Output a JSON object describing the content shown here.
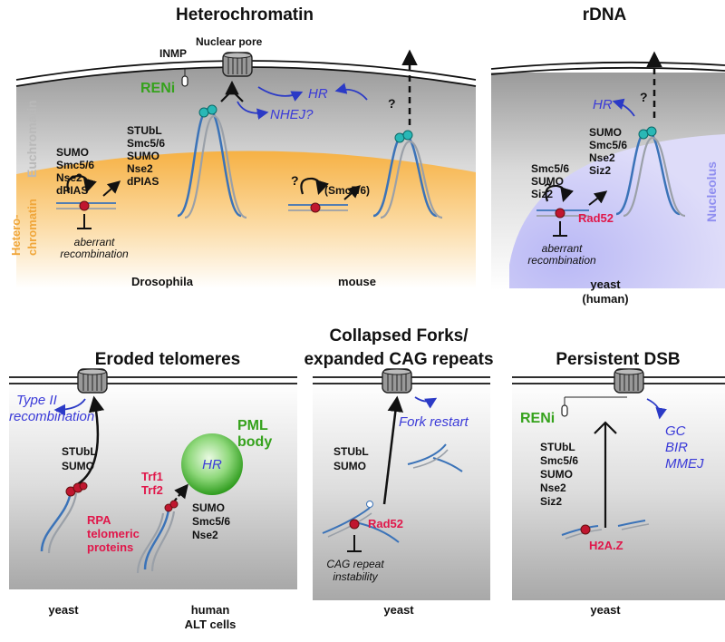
{
  "titles": {
    "heterochromatin": "Heterochromatin",
    "rdna": "rDNA",
    "eroded_telomeres": "Eroded telomeres",
    "collapsed_forks_line1": "Collapsed Forks/",
    "collapsed_forks_line2": "expanded CAG repeats",
    "persistent_dsb": "Persistent DSB"
  },
  "heterochromatin_panel": {
    "inmp": "INMP",
    "nuclear_pore": "Nuclear pore",
    "reni": "RENi",
    "hr": "HR",
    "nhej": "NHEJ?",
    "question_1": "?",
    "question_2": "?",
    "euchromatin": "Euchromatin",
    "hetero_line1": "Hetero-",
    "hetero_line2": "chromatin",
    "left_factors": [
      "SUMO",
      "Smc5/6",
      "Nse2",
      "dPIAS"
    ],
    "mid_factors": [
      "STUbL",
      "Smc5/6",
      "SUMO",
      "Nse2",
      "dPIAS"
    ],
    "smc_paren": "(Smc5/6)",
    "aberrant_line1": "aberrant",
    "aberrant_line2": "recombination",
    "organism_1": "Drosophila",
    "organism_2": "mouse"
  },
  "rdna_panel": {
    "hr": "HR",
    "question_1": "?",
    "question_2": "?",
    "nucleolus": "Nucleolus",
    "top_factors": [
      "SUMO",
      "Smc5/6",
      "Nse2",
      "Siz2"
    ],
    "left_factors": [
      "Smc5/6",
      "SUMO",
      "Siz2"
    ],
    "rad52": "Rad52",
    "aberrant_line1": "aberrant",
    "aberrant_line2": "recombination",
    "organism_line1": "yeast",
    "organism_line2": "(human)"
  },
  "telomere_panel": {
    "type2_line1": "Type II",
    "type2_line2": "recombination",
    "factors": [
      "STUbL",
      "SUMO"
    ],
    "rpa_line1": "RPA",
    "rpa_line2": "telomeric",
    "rpa_line3": "proteins",
    "trf1": "Trf1",
    "trf2": "Trf2",
    "hr": "HR",
    "pml_line1": "PML",
    "pml_line2": "body",
    "sumo_factors": [
      "SUMO",
      "Smc5/6",
      "Nse2"
    ],
    "organism_1": "yeast",
    "organism_2_line1": "human",
    "organism_2_line2": "ALT cells"
  },
  "fork_panel": {
    "fork_restart": "Fork restart",
    "factors": [
      "STUbL",
      "SUMO"
    ],
    "rad52": "Rad52",
    "cag_line1": "CAG repeat",
    "cag_line2": "instability",
    "organism": "yeast"
  },
  "dsb_panel": {
    "reni": "RENi",
    "factors": [
      "STUbL",
      "Smc5/6",
      "SUMO",
      "Nse2",
      "Siz2"
    ],
    "pathways": [
      "GC",
      "BIR",
      "MMEJ"
    ],
    "h2az": "H2A.Z",
    "organism": "yeast"
  }
}
